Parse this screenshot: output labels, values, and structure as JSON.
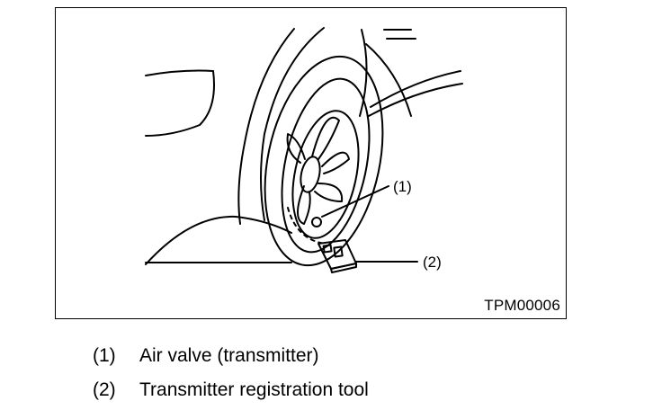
{
  "figure": {
    "code": "TPM00006",
    "callouts": [
      {
        "label": "(1)"
      },
      {
        "label": "(2)"
      }
    ]
  },
  "legend": [
    {
      "number": "(1)",
      "text": "Air valve (transmitter)"
    },
    {
      "number": "(2)",
      "text": "Transmitter registration tool"
    }
  ]
}
